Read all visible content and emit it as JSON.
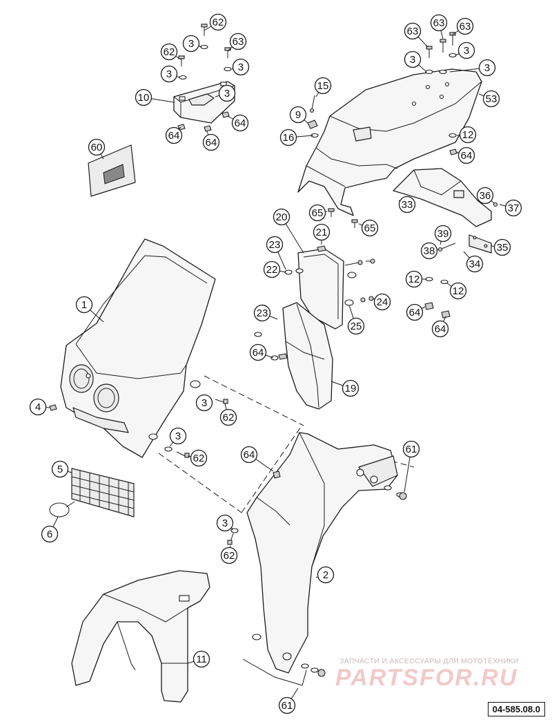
{
  "diagram_code": "04-585.08.0",
  "watermark": {
    "text": "ЗАПЧАСТИ И АКСЕССУАРЫ ДЛЯ МОТОТЕХНИКИ",
    "logo": "PARTSFOR.RU"
  },
  "callouts": [
    {
      "id": "c62a",
      "label": "62"
    },
    {
      "id": "c3a",
      "label": "3"
    },
    {
      "id": "c63a",
      "label": "63"
    },
    {
      "id": "c62b",
      "label": "62"
    },
    {
      "id": "c3b",
      "label": "3"
    },
    {
      "id": "c3c",
      "label": "3"
    },
    {
      "id": "c3d",
      "label": "3"
    },
    {
      "id": "c10",
      "label": "10"
    },
    {
      "id": "c64a",
      "label": "64"
    },
    {
      "id": "c64b",
      "label": "64"
    },
    {
      "id": "c64c",
      "label": "64"
    },
    {
      "id": "c60",
      "label": "60"
    },
    {
      "id": "c63b",
      "label": "63"
    },
    {
      "id": "c63c",
      "label": "63"
    },
    {
      "id": "c63d",
      "label": "63"
    },
    {
      "id": "c3e",
      "label": "3"
    },
    {
      "id": "c3f",
      "label": "3"
    },
    {
      "id": "c3g",
      "label": "3"
    },
    {
      "id": "c15",
      "label": "15"
    },
    {
      "id": "c53",
      "label": "53"
    },
    {
      "id": "c9",
      "label": "9"
    },
    {
      "id": "c16",
      "label": "16"
    },
    {
      "id": "c12a",
      "label": "12"
    },
    {
      "id": "c64d",
      "label": "64"
    },
    {
      "id": "c36",
      "label": "36"
    },
    {
      "id": "c33",
      "label": "33"
    },
    {
      "id": "c37",
      "label": "37"
    },
    {
      "id": "c65a",
      "label": "65"
    },
    {
      "id": "c65b",
      "label": "65"
    },
    {
      "id": "c20",
      "label": "20"
    },
    {
      "id": "c21",
      "label": "21"
    },
    {
      "id": "c23a",
      "label": "23"
    },
    {
      "id": "c22",
      "label": "22"
    },
    {
      "id": "c39",
      "label": "39"
    },
    {
      "id": "c35",
      "label": "35"
    },
    {
      "id": "c38",
      "label": "38"
    },
    {
      "id": "c34",
      "label": "34"
    },
    {
      "id": "c12b",
      "label": "12"
    },
    {
      "id": "c12c",
      "label": "12"
    },
    {
      "id": "c64e",
      "label": "64"
    },
    {
      "id": "c64f",
      "label": "64"
    },
    {
      "id": "c1",
      "label": "1"
    },
    {
      "id": "c23b",
      "label": "23"
    },
    {
      "id": "c24",
      "label": "24"
    },
    {
      "id": "c25",
      "label": "25"
    },
    {
      "id": "c64g",
      "label": "64"
    },
    {
      "id": "c19",
      "label": "19"
    },
    {
      "id": "c4",
      "label": "4"
    },
    {
      "id": "c3h",
      "label": "3"
    },
    {
      "id": "c62c",
      "label": "62"
    },
    {
      "id": "c3i",
      "label": "3"
    },
    {
      "id": "c62d",
      "label": "62"
    },
    {
      "id": "c61a",
      "label": "61"
    },
    {
      "id": "c64h",
      "label": "64"
    },
    {
      "id": "c5",
      "label": "5"
    },
    {
      "id": "c6",
      "label": "6"
    },
    {
      "id": "c3j",
      "label": "3"
    },
    {
      "id": "c62e",
      "label": "62"
    },
    {
      "id": "c2",
      "label": "2"
    },
    {
      "id": "c11",
      "label": "11"
    },
    {
      "id": "c61b",
      "label": "61"
    }
  ]
}
